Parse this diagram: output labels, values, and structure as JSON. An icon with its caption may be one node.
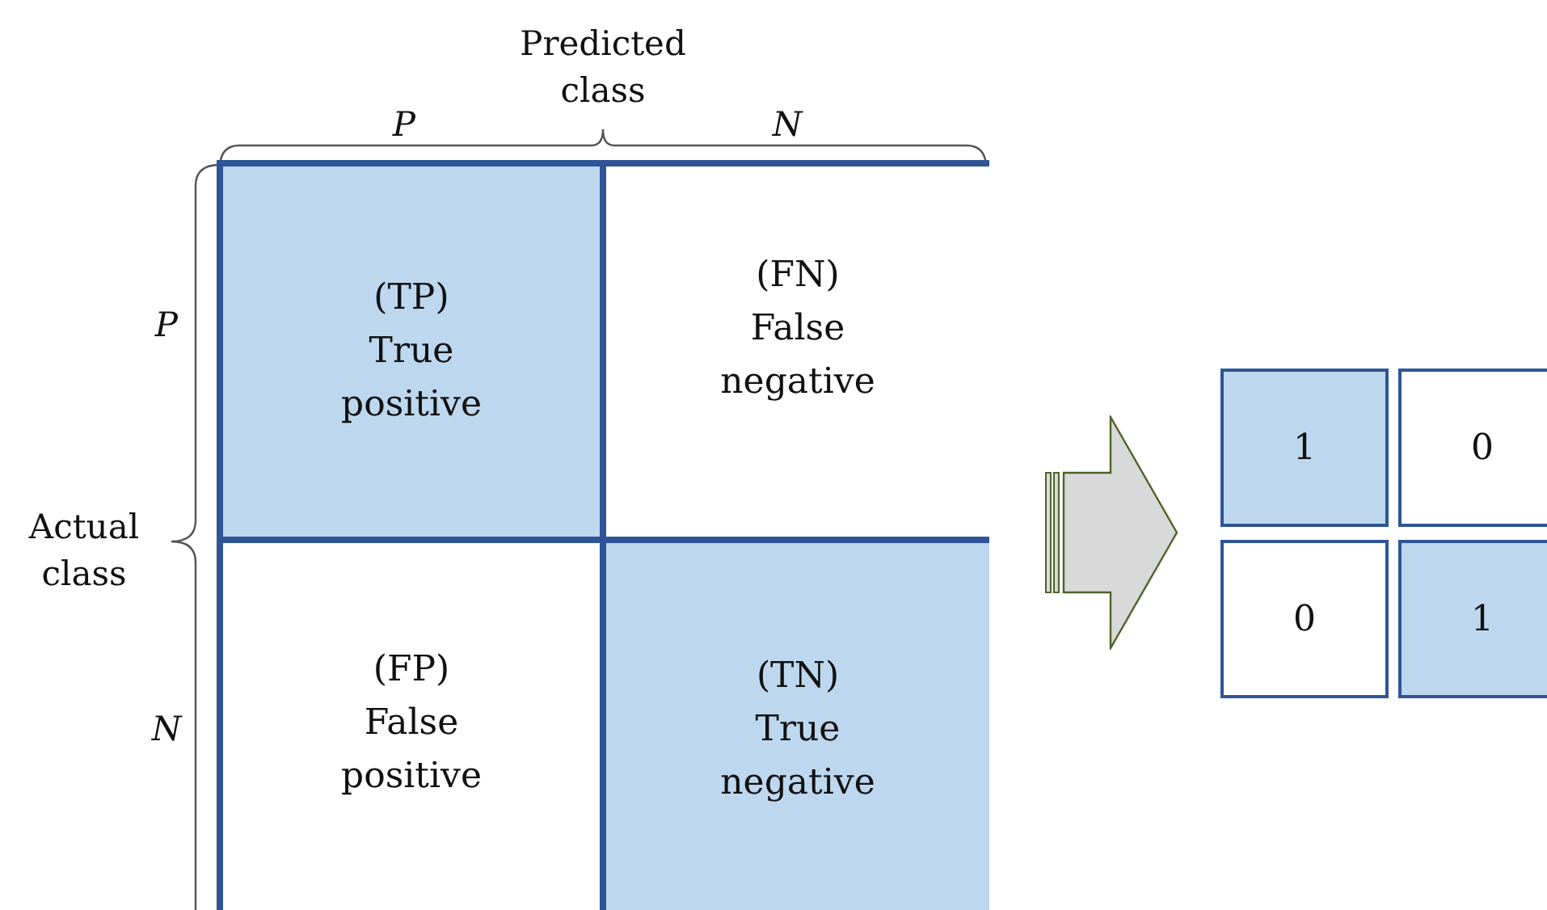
{
  "diagram": {
    "nodes": [
      {
        "text": [],
        "shape": "box"
      },
      {
        "text": [
          "(TP)",
          "True positive"
        ],
        "in": 0
      },
      {
        "text": [
          "(FN)",
          "False negative"
        ],
        "in": 0
      },
      {
        "text": [
          "(FP)",
          "False positive"
        ],
        "in": 0
      },
      {
        "text": [
          "(TN)",
          "True negative"
        ],
        "in": 0
      },
      {
        "text": [],
        "shape": "arrow"
      },
      {
        "text": [
          "1"
        ]
      },
      {
        "text": [
          "0"
        ]
      },
      {
        "text": [
          "0"
        ]
      },
      {
        "text": [
          "1"
        ]
      }
    ],
    "labels": [
      "Predicted class",
      "P",
      "N",
      "Actual class",
      "P",
      "N"
    ]
  }
}
